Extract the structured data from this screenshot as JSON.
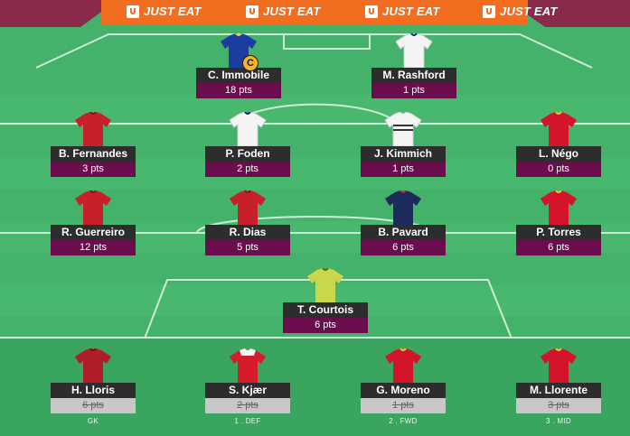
{
  "sponsor": {
    "text": "JUST EAT"
  },
  "colors": {
    "pitch": "#44b26a",
    "ad_board": "#f36d21",
    "name_bar": "#2d2d2d",
    "points_bar": "#6b0c4c",
    "bench_points_bar": "#c8c8c8",
    "captain_badge": "#f7b32b"
  },
  "captain": {
    "badge": "C"
  },
  "forwards": [
    {
      "name": "C. Immobile",
      "points": "18 pts",
      "shirt": "blue-yellow-shirt",
      "captain": true
    },
    {
      "name": "M. Rashford",
      "points": "1 pts",
      "shirt": "white-shirt"
    }
  ],
  "midfielders": [
    {
      "name": "B. Fernandes",
      "points": "3 pts",
      "shirt": "red-shirt"
    },
    {
      "name": "P. Foden",
      "points": "2 pts",
      "shirt": "white-shirt"
    },
    {
      "name": "J. Kimmich",
      "points": "1 pts",
      "shirt": "white-black-shirt"
    },
    {
      "name": "L. Négo",
      "points": "0 pts",
      "shirt": "red-shirt"
    }
  ],
  "defenders": [
    {
      "name": "R. Guerreiro",
      "points": "12 pts",
      "shirt": "red-shirt"
    },
    {
      "name": "R. Dias",
      "points": "5 pts",
      "shirt": "red-shirt"
    },
    {
      "name": "B. Pavard",
      "points": "6 pts",
      "shirt": "navy-shirt"
    },
    {
      "name": "P. Torres",
      "points": "6 pts",
      "shirt": "red-shirt"
    }
  ],
  "goalkeeper": {
    "name": "T. Courtois",
    "points": "6 pts",
    "shirt": "yellow-shirt"
  },
  "bench": [
    {
      "name": "H. Lloris",
      "points": "6 pts",
      "position": "GK",
      "shirt": "red-shirt"
    },
    {
      "name": "S. Kjær",
      "points": "2 pts",
      "position": "1 . DEF",
      "shirt": "red-white-shirt"
    },
    {
      "name": "G. Moreno",
      "points": "1 pts",
      "position": "2 . FWD",
      "shirt": "red-shirt"
    },
    {
      "name": "M. Llorente",
      "points": "3 pts",
      "position": "3 . MID",
      "shirt": "red-shirt"
    }
  ]
}
